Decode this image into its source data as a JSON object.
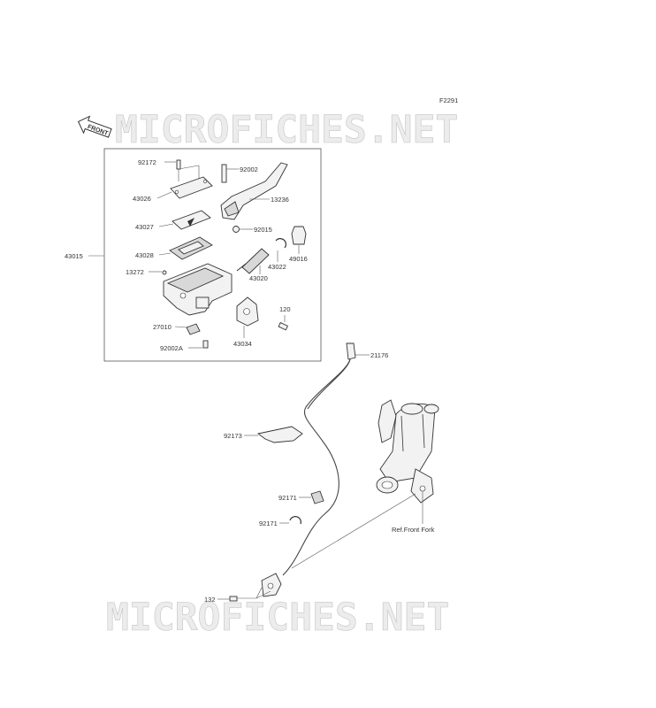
{
  "figure_code": "F2291",
  "front_badge": "FRONT",
  "watermark": "MICROFICHES.NET",
  "labels": {
    "p92172": "92172",
    "p92002": "92002",
    "p43026": "43026",
    "p13236": "13236",
    "p43027": "43027",
    "p92015": "92015",
    "p43028": "43028",
    "p49016": "49016",
    "p43015": "43015",
    "p43022": "43022",
    "p13272": "13272",
    "p43020": "43020",
    "p120": "120",
    "p27010": "27010",
    "p43034": "43034",
    "p92002A": "92002A",
    "p21176": "21176",
    "p92173": "92173",
    "p92171a": "92171",
    "p92171b": "92171",
    "ref": "Ref.Front Fork",
    "p132": "132"
  }
}
